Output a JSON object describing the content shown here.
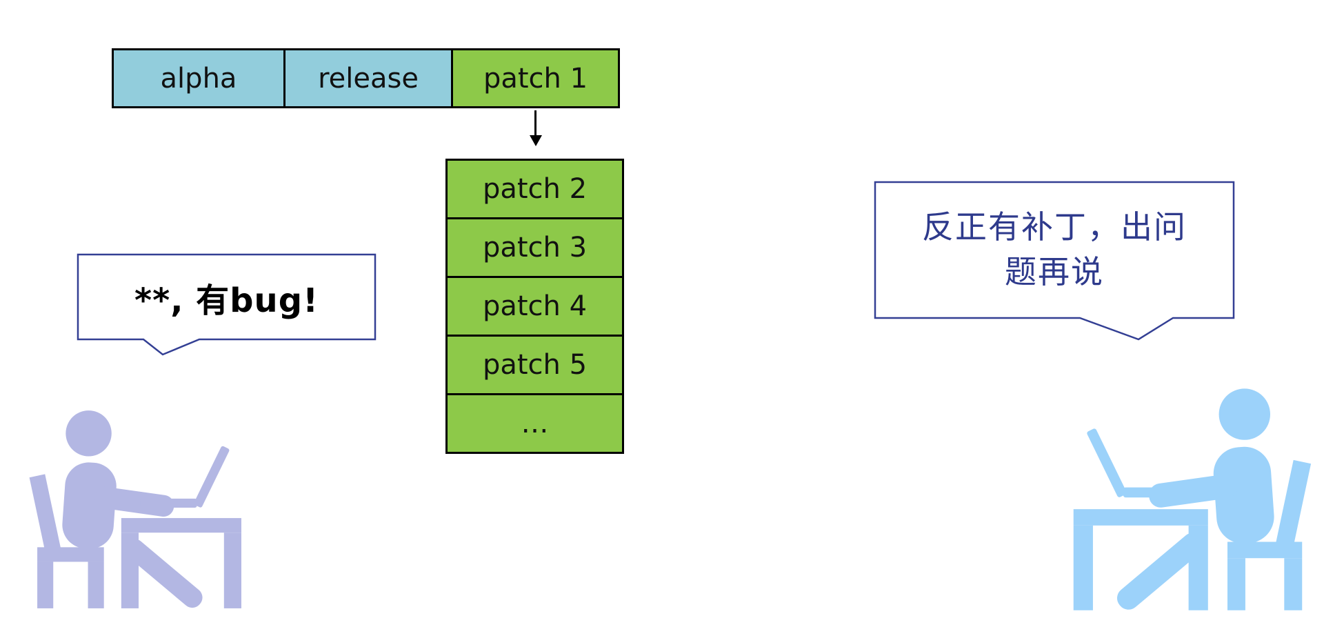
{
  "colors": {
    "version_cell_blue": "#92CDDC",
    "patch_cell_green": "#8DC949",
    "cell_border_black": "#000000",
    "bubble_border_navy": "#333F94",
    "right_bubble_text_navy": "#2E3A8C",
    "left_person_lavender": "#B3B7E3",
    "right_person_blue": "#9CD2FA",
    "arrow_black": "#000000"
  },
  "timeline_bar": {
    "cells": [
      {
        "label": "alpha",
        "color": "blue"
      },
      {
        "label": "release",
        "color": "blue"
      },
      {
        "label": "patch 1",
        "color": "green"
      }
    ]
  },
  "patch_stack": {
    "items": [
      "patch 2",
      "patch 3",
      "patch 4",
      "patch 5",
      "…"
    ]
  },
  "left_speech_bubble": {
    "text": "**, 有bug!"
  },
  "right_speech_bubble": {
    "lines": [
      "反正有补丁，出问",
      "题再说"
    ]
  },
  "icons": {
    "left": "person-at-desk-with-laptop-facing-right",
    "right": "person-at-desk-with-laptop-facing-left"
  }
}
